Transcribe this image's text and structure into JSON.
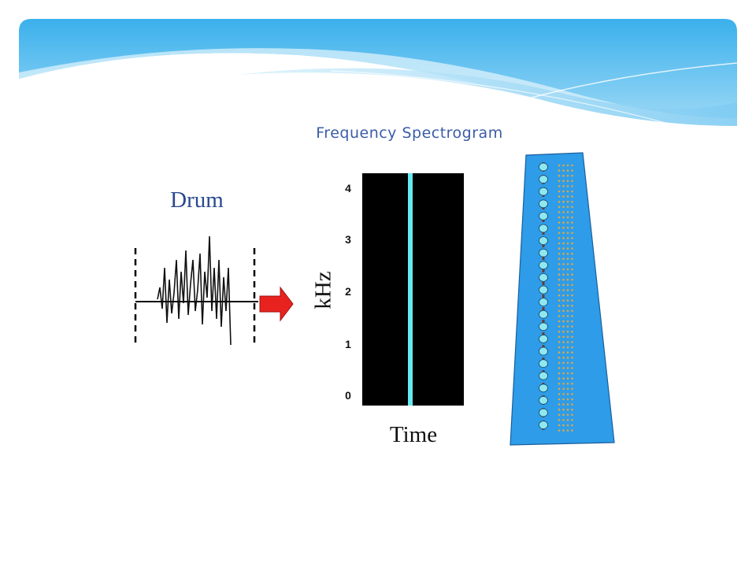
{
  "title": "Frequency Spectrogram",
  "sound_label": "Drum",
  "spectrogram": {
    "x_axis_label": "Time",
    "y_axis_label": "kHz",
    "y_ticks": [
      "0",
      "1",
      "2",
      "3",
      "4"
    ],
    "y_range": [
      0,
      4.4
    ],
    "background_color": "#000000",
    "band_color": "#66e8f0"
  },
  "colors": {
    "title": "#3a5da8",
    "drum_label": "#2a4a90",
    "arrow": "#e8231f",
    "cochlea_fill": "#2e9ce8",
    "hair_cell": "#8fe8f0",
    "fiber_dots": "#d8a84a",
    "banner_light": "#bfe6f7",
    "banner_dark": "#2aa6e6"
  },
  "icons": [
    "right-arrow-icon"
  ]
}
